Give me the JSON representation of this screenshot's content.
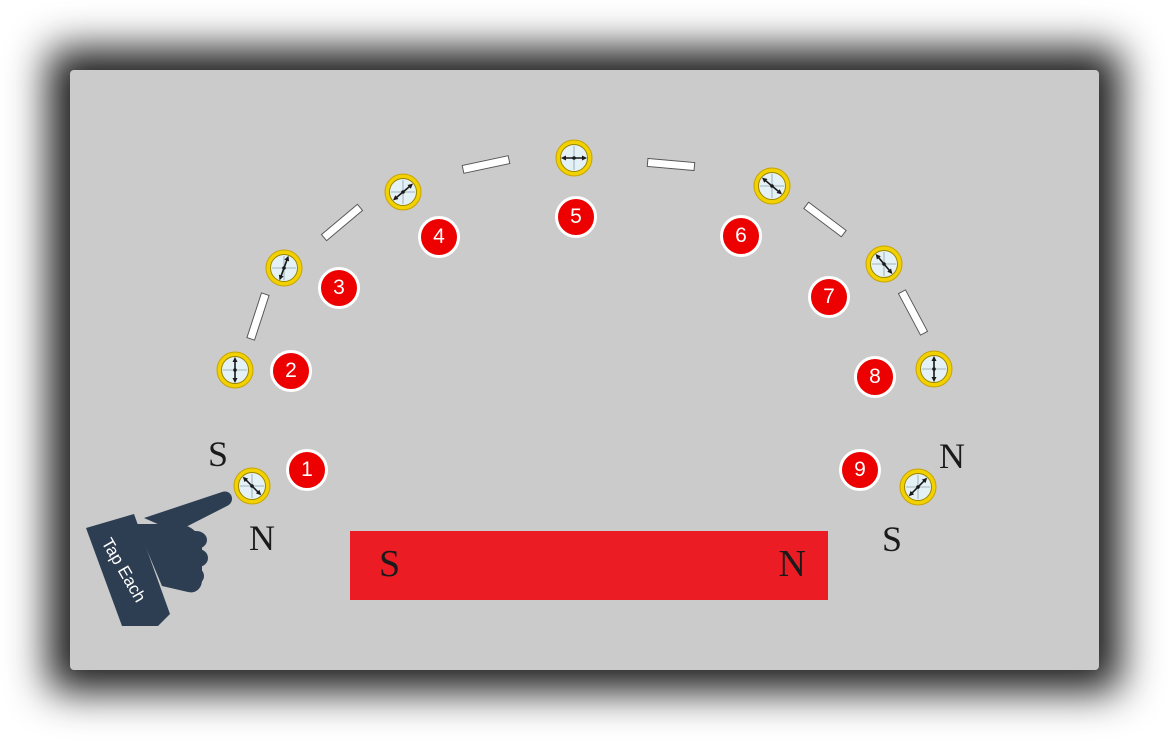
{
  "magnet": {
    "south_label": "S",
    "north_label": "N",
    "color": "#ec1c24"
  },
  "compasses": [
    {
      "number": "1",
      "needle_angle_deg": 135
    },
    {
      "number": "2",
      "needle_angle_deg": 0
    },
    {
      "number": "3",
      "needle_angle_deg": 20
    },
    {
      "number": "4",
      "needle_angle_deg": 50
    },
    {
      "number": "5",
      "needle_angle_deg": 90
    },
    {
      "number": "6",
      "needle_angle_deg": 130
    },
    {
      "number": "7",
      "needle_angle_deg": 140
    },
    {
      "number": "8",
      "needle_angle_deg": 0
    },
    {
      "number": "9",
      "needle_angle_deg": 45
    }
  ],
  "pole_labels": {
    "left_s": "S",
    "left_n": "N",
    "right_n": "N",
    "right_s": "S"
  },
  "hint": {
    "text": "Tap Each",
    "icon": "pointing-hand-icon",
    "color": "#2e3e52"
  },
  "badge_color": "#ec0000",
  "compass_rim_color": "#f2d100"
}
